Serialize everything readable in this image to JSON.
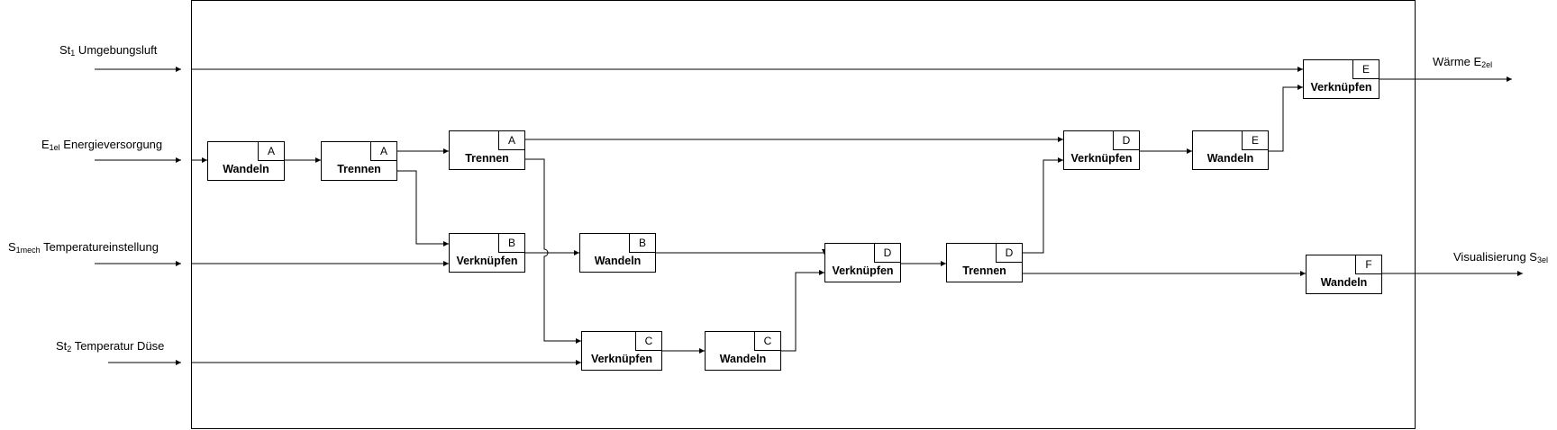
{
  "inputs": {
    "st1": {
      "main": "St",
      "sub": "1",
      "rest": " Umgebungsluft"
    },
    "e1": {
      "main": "E",
      "sub": "1el",
      "rest": " Energieversorgung"
    },
    "s1": {
      "main": "S",
      "sub": "1mech",
      "rest": " Temperatureinstellung"
    },
    "st2": {
      "main": "St",
      "sub": "2",
      "rest": " Temperatur Düse"
    }
  },
  "outputs": {
    "waerme": {
      "main": "Wärme E",
      "sub": "2el"
    },
    "visual": {
      "main": "Visualisierung S",
      "sub": "3el"
    }
  },
  "functions": [
    {
      "id": "wandeln_a",
      "label": "Wandeln",
      "tag": "A"
    },
    {
      "id": "trennen_a1",
      "label": "Trennen",
      "tag": "A"
    },
    {
      "id": "trennen_a2",
      "label": "Trennen",
      "tag": "A"
    },
    {
      "id": "verkn_b",
      "label": "Verknüpfen",
      "tag": "B"
    },
    {
      "id": "wandeln_b",
      "label": "Wandeln",
      "tag": "B"
    },
    {
      "id": "verkn_c",
      "label": "Verknüpfen",
      "tag": "C"
    },
    {
      "id": "wandeln_c",
      "label": "Wandeln",
      "tag": "C"
    },
    {
      "id": "verkn_d",
      "label": "Verknüpfen",
      "tag": "D"
    },
    {
      "id": "trennen_d",
      "label": "Trennen",
      "tag": "D"
    },
    {
      "id": "verkn_d2",
      "label": "Verknüpfen",
      "tag": "D"
    },
    {
      "id": "wandeln_e",
      "label": "Wandeln",
      "tag": "E"
    },
    {
      "id": "verkn_e",
      "label": "Verknüpfen",
      "tag": "E"
    },
    {
      "id": "wandeln_f",
      "label": "Wandeln",
      "tag": "F"
    }
  ]
}
